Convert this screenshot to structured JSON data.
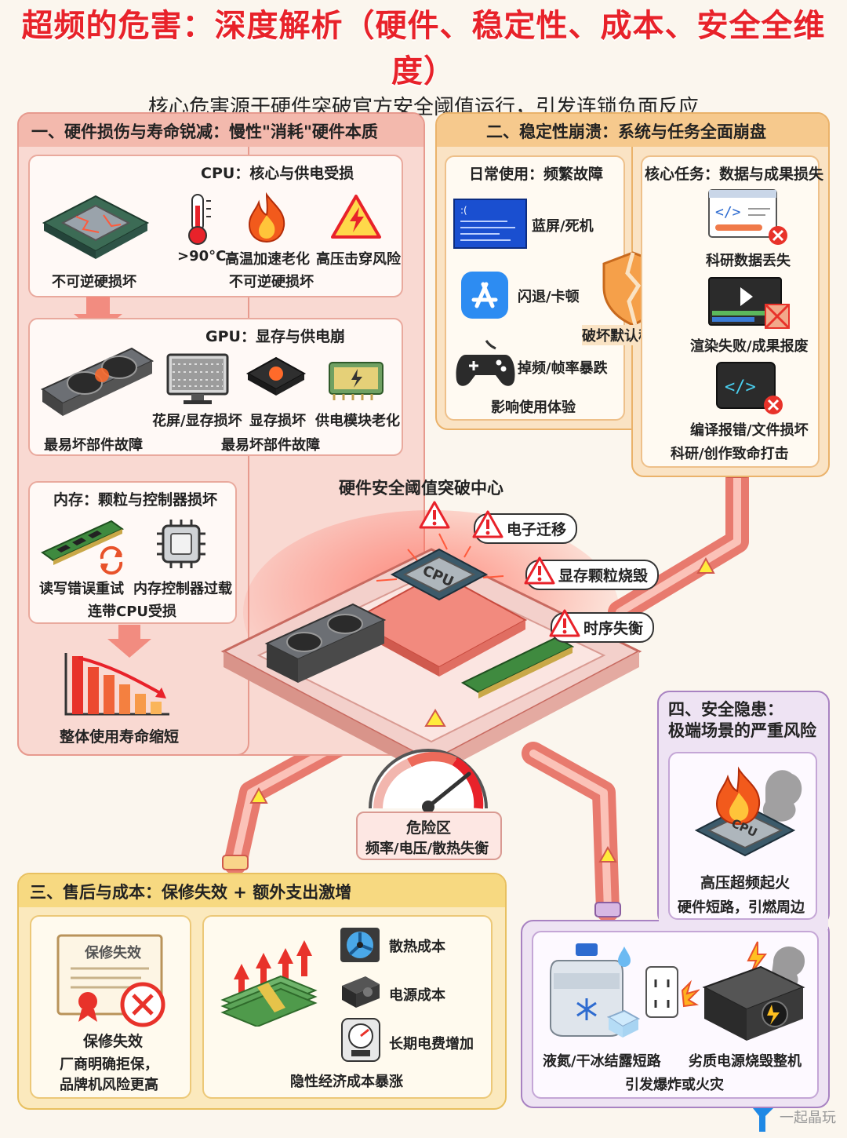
{
  "title": "超频的危害：深度解析（硬件、稳定性、成本、安全全维度）",
  "subtitle": "核心危害源于硬件突破官方安全阈值运行，引发连锁负面反应",
  "section1": {
    "header": "一、硬件损伤与寿命锐减：慢性\"消耗\"硬件本质",
    "cpu": {
      "title": "CPU：核心与供电受损",
      "chip_caption": "不可逆硬损坏",
      "items": [
        ">90°C",
        "高温加速老化",
        "高压击穿风险"
      ],
      "footer": "不可逆硬损坏"
    },
    "gpu": {
      "title": "GPU：显存与供电崩",
      "card_caption": "最易坏部件故障",
      "items": [
        "花屏/显存损坏",
        "显存损坏",
        "供电模块老化"
      ],
      "footer": "最易坏部件故障"
    },
    "memory": {
      "title": "内存：颗粒与控制器损坏",
      "items": [
        "读写错误重试",
        "内存控制器过载"
      ],
      "footer": "连带CPU受损"
    },
    "lifespan": "整体使用寿命缩短"
  },
  "section2": {
    "header": "二、稳定性崩溃：系统与任务全面崩盘",
    "daily": {
      "title": "日常使用：频繁故障",
      "items": [
        "蓝屏/死机",
        "闪退/卡顿",
        "掉频/帧率暴跌"
      ],
      "footer": "影响使用体验"
    },
    "shield_label": "破坏默认稳定性",
    "core": {
      "title": "核心任务：数据与成果损失",
      "items": [
        "科研数据丢失",
        "渲染失败/成果报废",
        "编译报错/文件损坏"
      ],
      "footer": "科研/创作致命打击"
    }
  },
  "center": {
    "title": "硬件安全阈值突破中心",
    "cpu_label": "CPU",
    "callouts": [
      "电子迁移",
      "显存颗粒烧毁",
      "时序失衡"
    ],
    "gauge_title": "危险区",
    "gauge_sub": "频率/电压/散热失衡"
  },
  "section3": {
    "header": "三、售后与成本：保修失效 + 额外支出激增",
    "warranty": {
      "card_text": "保修失效",
      "title": "保修失效",
      "desc": [
        "厂商明确拒保，",
        "品牌机风险更高"
      ]
    },
    "costs": {
      "items": [
        "散热成本",
        "电源成本",
        "长期电费增加"
      ],
      "footer": "隐性经济成本暴涨"
    }
  },
  "section4": {
    "header": [
      "四、安全隐患：",
      "极端场景的严重风险"
    ],
    "fire": {
      "chip_label": "CPU",
      "title": "高压超频起火",
      "desc": "硬件短路，引燃周边"
    },
    "bottom": {
      "items": [
        "液氮/干冰结露短路",
        "劣质电源烧毁整机"
      ],
      "footer": "引发爆炸或火灾"
    }
  },
  "watermark": "一起晶玩",
  "colors": {
    "red": "#e8222a",
    "section1": "#f6cfc7",
    "section2": "#f7dcb6",
    "section3": "#f9e7b4",
    "section4": "#e9dcef"
  }
}
